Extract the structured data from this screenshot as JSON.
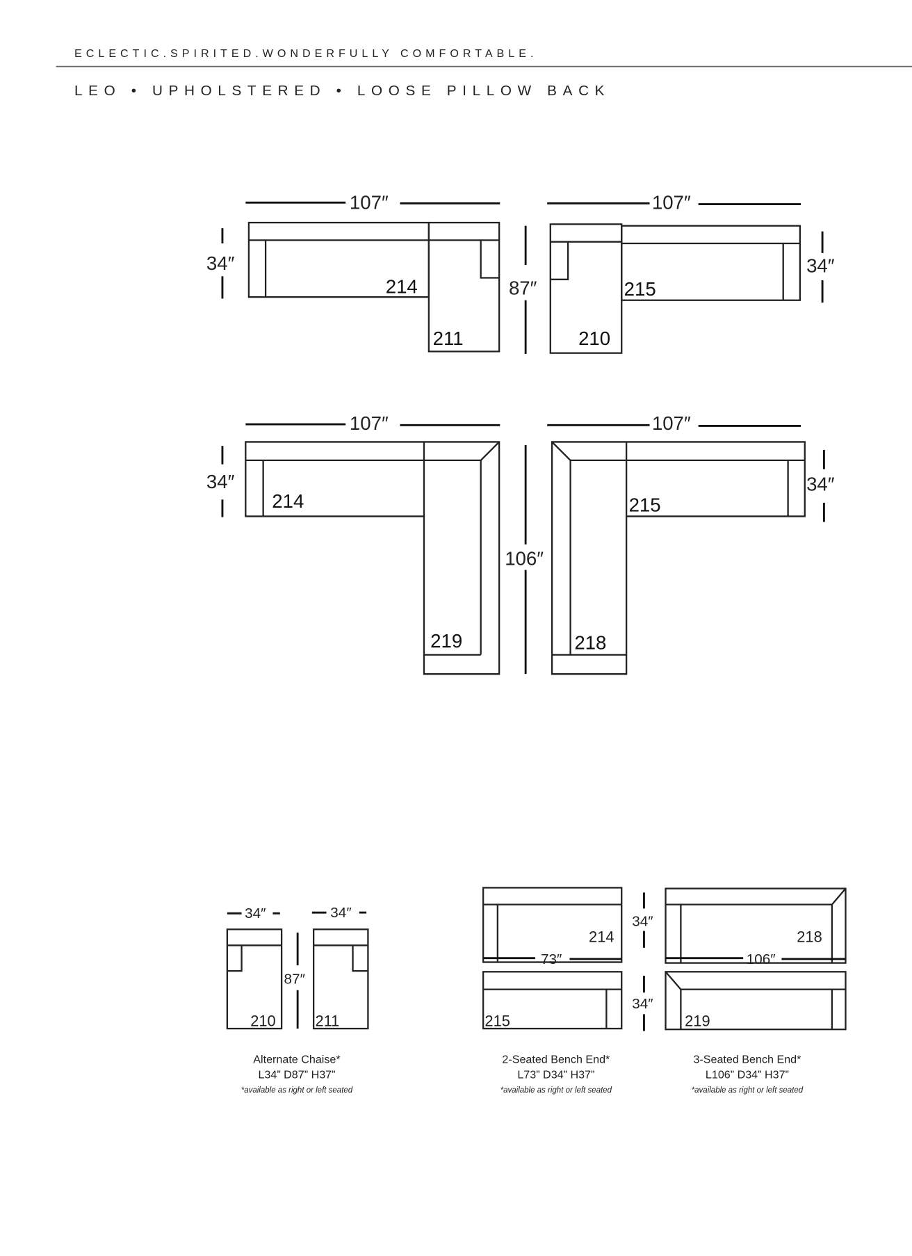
{
  "header": {
    "tagline": "ECLECTIC.SPIRITED.WONDERFULLY COMFORTABLE.",
    "title": "LEO • UPHOLSTERED • LOOSE PILLOW BACK"
  },
  "configs": [
    {
      "width": "107″",
      "depth_left": "34″",
      "depth_right": "87″",
      "pieces": [
        "214",
        "211"
      ]
    },
    {
      "width": "107″",
      "depth_right": "34″",
      "pieces": [
        "215",
        "210"
      ]
    },
    {
      "width": "107″",
      "depth_left": "34″",
      "depth_right": "106″",
      "pieces": [
        "214",
        "219"
      ]
    },
    {
      "width": "107″",
      "depth_right": "34″",
      "pieces": [
        "215",
        "218"
      ]
    }
  ],
  "components": {
    "chaise": {
      "width_a": "34″",
      "width_b": "34″",
      "depth": "87″",
      "pieces": [
        "210",
        "211"
      ],
      "name": "Alternate Chaise*",
      "dims": "L34”  D87”  H37”",
      "note": "*available as right or left seated"
    },
    "bench2": {
      "width": "73″",
      "depth_a": "34″",
      "depth_b": "34″",
      "pieces": [
        "214",
        "215"
      ],
      "name": "2-Seated Bench End*",
      "dims": "L73”  D34”  H37”",
      "note": "*available as right or left seated"
    },
    "bench3": {
      "width": "106″",
      "pieces": [
        "218",
        "219"
      ],
      "name": "3-Seated Bench End*",
      "dims": "L106”  D34”  H37”",
      "note": "*available as right or left seated"
    }
  }
}
